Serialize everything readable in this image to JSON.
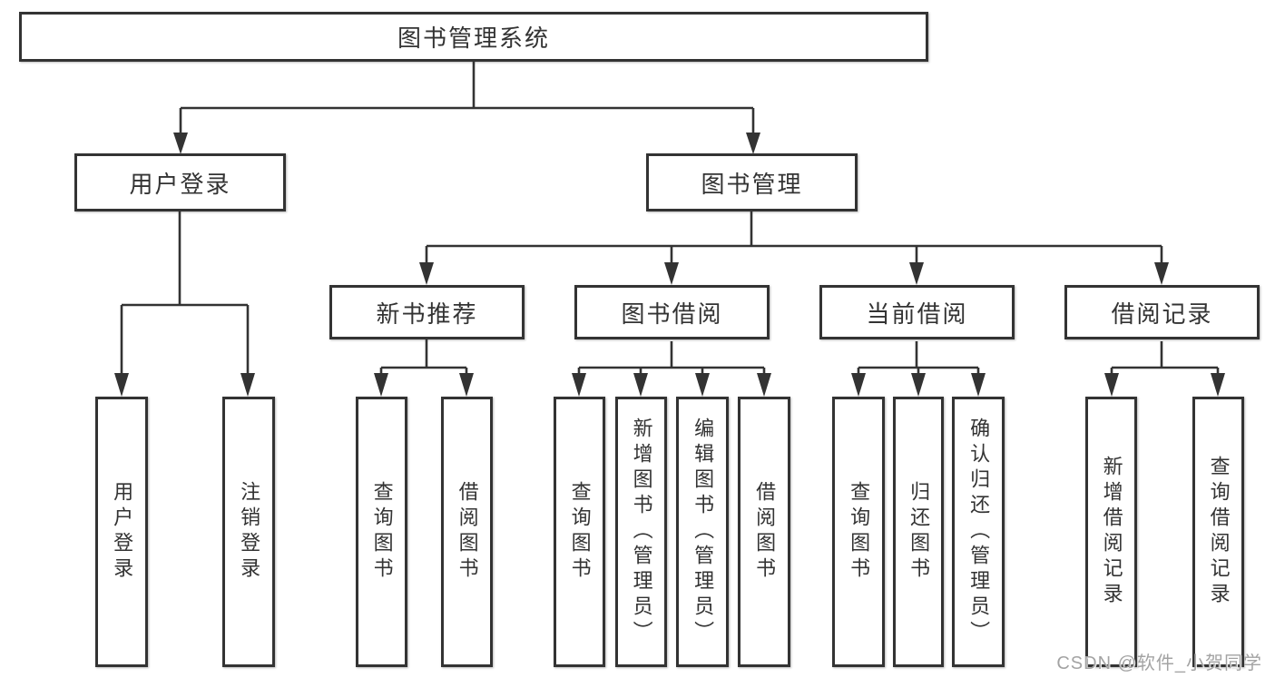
{
  "tree": {
    "root": {
      "label": "图书管理系统",
      "children": [
        {
          "label": "用户登录",
          "children": [
            {
              "label": "用户登录"
            },
            {
              "label": "注销登录"
            }
          ]
        },
        {
          "label": "图书管理",
          "children": [
            {
              "label": "新书推荐",
              "children": [
                {
                  "label": "查询图书"
                },
                {
                  "label": "借阅图书"
                }
              ]
            },
            {
              "label": "图书借阅",
              "children": [
                {
                  "label": "查询图书"
                },
                {
                  "label": "新增图书（管理员）"
                },
                {
                  "label": "编辑图书（管理员）"
                },
                {
                  "label": "借阅图书"
                }
              ]
            },
            {
              "label": "当前借阅",
              "children": [
                {
                  "label": "查询图书"
                },
                {
                  "label": "归还图书"
                },
                {
                  "label": "确认归还（管理员）"
                }
              ]
            },
            {
              "label": "借阅记录",
              "children": [
                {
                  "label": "新增借阅记录"
                },
                {
                  "label": "查询借阅记录"
                }
              ]
            }
          ]
        }
      ]
    }
  },
  "watermark": {
    "text": "CSDN @软件_小贺同学"
  },
  "colors": {
    "line": "#333333",
    "box_border": "#333333",
    "text": "#333333",
    "background": "#ffffff",
    "watermark": "#a3a3a3"
  }
}
